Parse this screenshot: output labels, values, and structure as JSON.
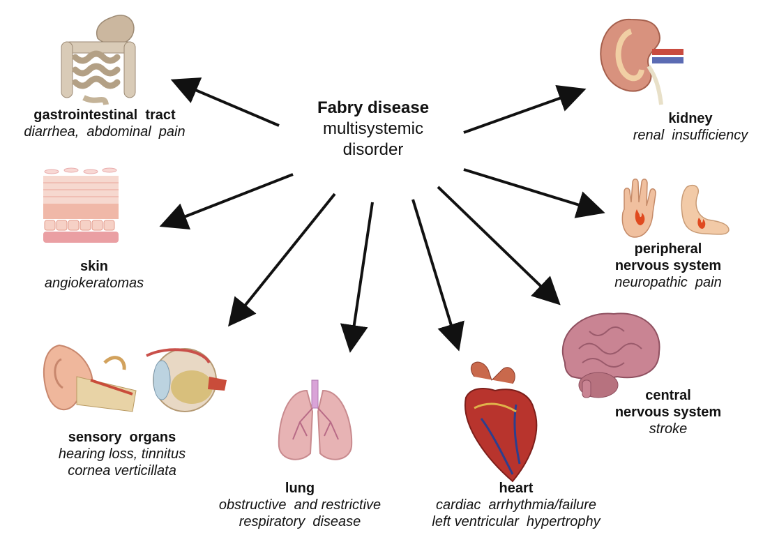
{
  "center": {
    "title": "Fabry disease",
    "line2": "multisystemic",
    "line3": "disorder"
  },
  "organs": {
    "gi": {
      "name": "gastrointestinal  tract",
      "symptoms": [
        "diarrhea,  abdominal  pain"
      ],
      "icon": "intestine-icon"
    },
    "skin": {
      "name": "skin",
      "symptoms": [
        "angiokeratomas"
      ],
      "icon": "skin-layers-icon"
    },
    "sensory": {
      "name": "sensory  organs",
      "symptoms": [
        "hearing loss, tinnitus",
        "cornea verticillata"
      ],
      "icon": "ear-and-eye-icon"
    },
    "lung": {
      "name": "lung",
      "symptoms": [
        "obstructive  and restrictive",
        "respiratory  disease"
      ],
      "icon": "lungs-icon"
    },
    "heart": {
      "name": "heart",
      "symptoms": [
        "cardiac  arrhythmia/failure",
        "left ventricular  hypertrophy"
      ],
      "icon": "heart-icon"
    },
    "cns": {
      "name_lines": [
        "central",
        "nervous system"
      ],
      "symptoms": [
        "stroke"
      ],
      "icon": "brain-icon"
    },
    "pns": {
      "name_lines": [
        "peripheral",
        "nervous system"
      ],
      "symptoms": [
        "neuropathic  pain"
      ],
      "icon": "hand-and-foot-icon"
    },
    "kidney": {
      "name": "kidney",
      "symptoms": [
        "renal  insufficiency"
      ],
      "icon": "kidney-icon"
    }
  },
  "colors": {
    "arrow": "#111111",
    "intestine": "#d9cbb7",
    "skin_top": "#f4c9c2",
    "skin_cells": "#e9a59a",
    "lung": "#e7b3b4",
    "heart": "#b8342d",
    "brain": "#c98493",
    "kidney": "#d8927e",
    "ear": "#efb79c",
    "eye": "#c9b07e",
    "hand": "#f0c09f",
    "flame": "#e04a1f"
  }
}
